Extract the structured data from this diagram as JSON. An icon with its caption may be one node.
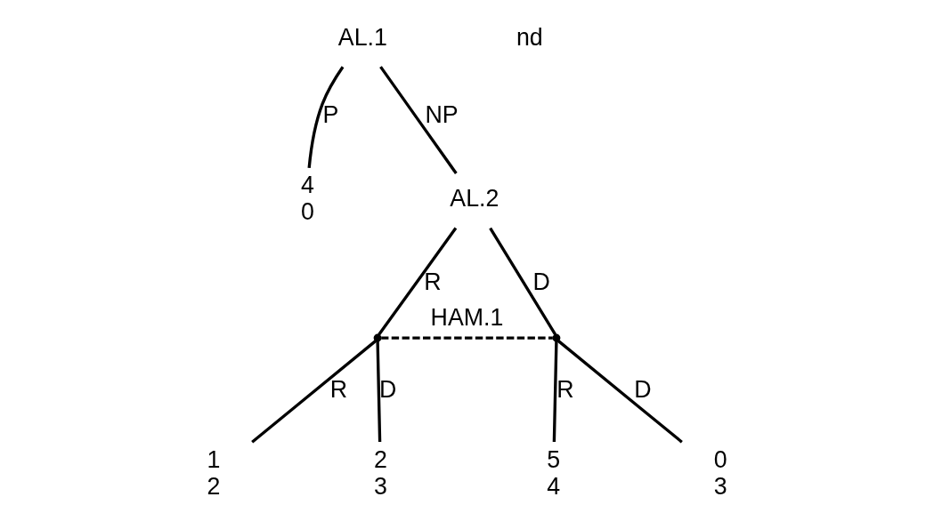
{
  "diagram": {
    "nodes": [
      {
        "text": [
          "AL.1"
        ]
      },
      {
        "text": [
          "4",
          "0"
        ]
      },
      {
        "text": [
          "AL.2"
        ]
      },
      {
        "text": [],
        "shape": "point"
      },
      {
        "text": [],
        "shape": "point"
      },
      {
        "text": [
          "1",
          "2"
        ]
      },
      {
        "text": [
          "2",
          "3"
        ]
      },
      {
        "text": [
          "5",
          "4"
        ]
      },
      {
        "text": [
          "0",
          "3"
        ]
      }
    ],
    "edges": [
      {
        "from": 0,
        "to": 1,
        "arrow": "none",
        "label": "P"
      },
      {
        "from": 0,
        "to": 2,
        "arrow": "none",
        "label": "NP"
      },
      {
        "from": 2,
        "to": 3,
        "arrow": "none",
        "label": "R"
      },
      {
        "from": 2,
        "to": 4,
        "arrow": "none",
        "label": "D"
      },
      {
        "from": 3,
        "to": 4,
        "arrow": "none",
        "label": "HAM.1",
        "style": "dashed"
      },
      {
        "from": 3,
        "to": 5,
        "arrow": "none",
        "label": "R"
      },
      {
        "from": 3,
        "to": 6,
        "arrow": "none",
        "label": "D"
      },
      {
        "from": 4,
        "to": 7,
        "arrow": "none",
        "label": "R"
      },
      {
        "from": 4,
        "to": 8,
        "arrow": "none",
        "label": "D"
      }
    ],
    "labels": [
      "nd"
    ]
  }
}
